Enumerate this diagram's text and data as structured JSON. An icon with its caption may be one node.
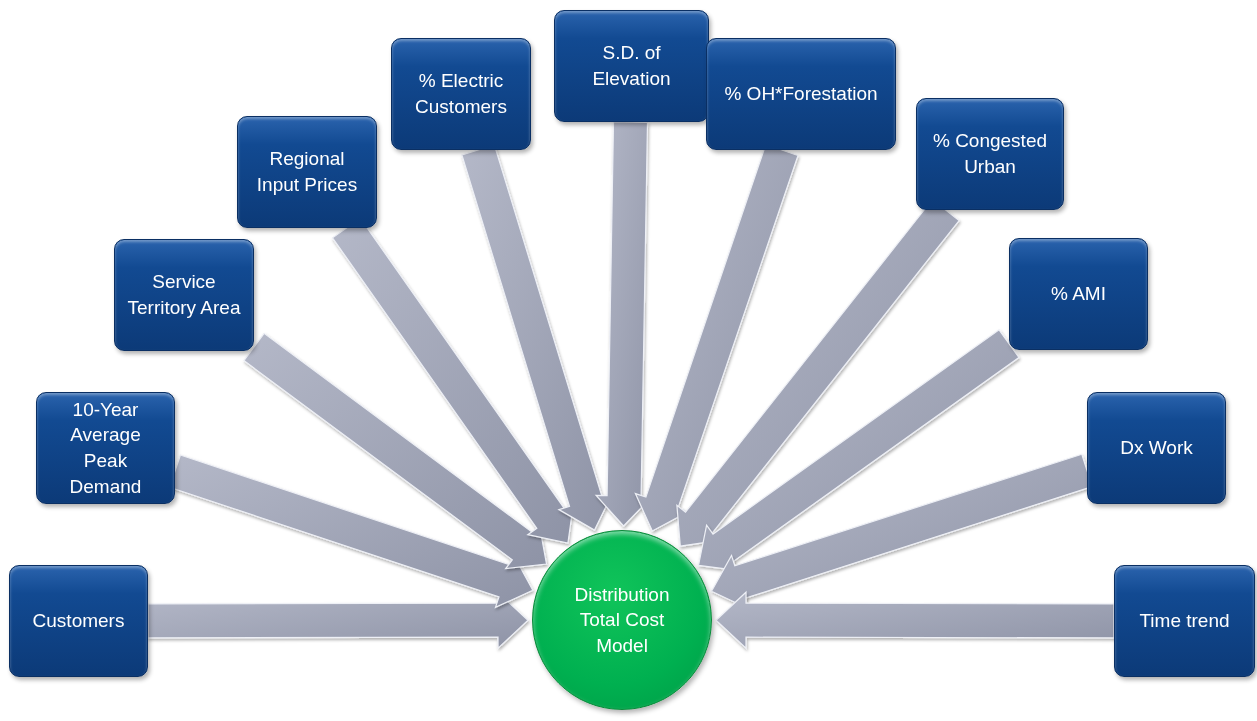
{
  "diagram": {
    "nodes": [
      {
        "text": [
          "Customers"
        ]
      },
      {
        "text": [
          "10-Year Average Peak Demand"
        ]
      },
      {
        "text": [
          "Service Territory Area"
        ]
      },
      {
        "text": [
          "Regional Input Prices"
        ]
      },
      {
        "text": [
          "% Electric Customers"
        ]
      },
      {
        "text": [
          "S.D. of Elevation"
        ]
      },
      {
        "text": [
          "% OH*Forestation"
        ]
      },
      {
        "text": [
          "% Congested Urban"
        ]
      },
      {
        "text": [
          "% AMI"
        ]
      },
      {
        "text": [
          "Dx Work"
        ]
      },
      {
        "text": [
          "Time trend"
        ]
      },
      {
        "text": [
          "Distribution Total Cost Model"
        ]
      }
    ],
    "edges": [
      {
        "from": 0,
        "to": 11,
        "arrow": "to"
      },
      {
        "from": 1,
        "to": 11,
        "arrow": "to"
      },
      {
        "from": 2,
        "to": 11,
        "arrow": "to"
      },
      {
        "from": 3,
        "to": 11,
        "arrow": "to"
      },
      {
        "from": 4,
        "to": 11,
        "arrow": "to"
      },
      {
        "from": 5,
        "to": 11,
        "arrow": "to"
      },
      {
        "from": 6,
        "to": 11,
        "arrow": "to"
      },
      {
        "from": 7,
        "to": 11,
        "arrow": "to"
      },
      {
        "from": 8,
        "to": 11,
        "arrow": "to"
      },
      {
        "from": 9,
        "to": 11,
        "arrow": "to"
      },
      {
        "from": 10,
        "to": 11,
        "arrow": "to"
      }
    ]
  }
}
